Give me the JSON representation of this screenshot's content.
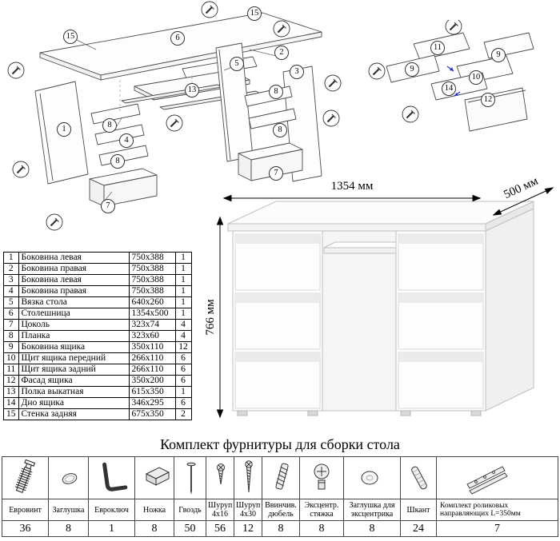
{
  "diagram": {
    "main_callouts": [
      "15",
      "6",
      "15",
      "2",
      "5",
      "3",
      "1",
      "13",
      "8",
      "4",
      "8",
      "7",
      "8",
      "8",
      "7"
    ],
    "detail_callouts": [
      "11",
      "9",
      "9",
      "10",
      "14",
      "12"
    ]
  },
  "dimensions": {
    "width": "1354 мм",
    "depth": "500 мм",
    "height": "766 мм"
  },
  "parts": {
    "rows": [
      {
        "num": "1",
        "name": "Боковина левая",
        "size": "750x388",
        "qty": "1"
      },
      {
        "num": "2",
        "name": "Боковина правая",
        "size": "750x388",
        "qty": "1"
      },
      {
        "num": "3",
        "name": "Боковина левая",
        "size": "750x388",
        "qty": "1"
      },
      {
        "num": "4",
        "name": "Боковина правая",
        "size": "750x388",
        "qty": "1"
      },
      {
        "num": "5",
        "name": "Вязка стола",
        "size": "640x260",
        "qty": "1"
      },
      {
        "num": "6",
        "name": "Столешница",
        "size": "1354x500",
        "qty": "1"
      },
      {
        "num": "7",
        "name": "Цоколь",
        "size": "323x74",
        "qty": "4"
      },
      {
        "num": "8",
        "name": "Планка",
        "size": "323x60",
        "qty": "4"
      },
      {
        "num": "9",
        "name": "Боковина ящика",
        "size": "350x110",
        "qty": "12"
      },
      {
        "num": "10",
        "name": "Щит ящика передний",
        "size": "266x110",
        "qty": "6"
      },
      {
        "num": "11",
        "name": "Щит ящика задний",
        "size": "266x110",
        "qty": "6"
      },
      {
        "num": "12",
        "name": "Фасад ящика",
        "size": "350x200",
        "qty": "6"
      },
      {
        "num": "13",
        "name": "Полка выкатная",
        "size": "615x350",
        "qty": "1"
      },
      {
        "num": "14",
        "name": "Дно ящика",
        "size": "346x295",
        "qty": "6"
      },
      {
        "num": "15",
        "name": "Стенка задняя",
        "size": "675x350",
        "qty": "2"
      }
    ]
  },
  "hardware": {
    "title": "Комплект фурнитуры для сборки стола",
    "items": [
      {
        "name": "Евровинт",
        "qty": "36",
        "icon": "euro-screw-icon"
      },
      {
        "name": "Заглушка",
        "qty": "8",
        "icon": "cap-icon"
      },
      {
        "name": "Евроключ",
        "qty": "1",
        "icon": "hex-key-icon"
      },
      {
        "name": "Ножка",
        "qty": "8",
        "icon": "foot-icon"
      },
      {
        "name": "Гвоздь",
        "qty": "50",
        "icon": "nail-icon"
      },
      {
        "name": "Шуруп 4x16",
        "qty": "56",
        "icon": "screw-small-icon"
      },
      {
        "name": "Шуруп 4x30",
        "qty": "12",
        "icon": "screw-long-icon"
      },
      {
        "name": "Ввинчив. дюбель",
        "qty": "8",
        "icon": "screw-in-dowel-icon"
      },
      {
        "name": "Эксцентр. стяжка",
        "qty": "8",
        "icon": "cam-lock-icon"
      },
      {
        "name": "Заглушка для эксцентрика",
        "qty": "8",
        "icon": "cam-cap-icon"
      },
      {
        "name": "Шкант",
        "qty": "24",
        "icon": "wood-dowel-icon"
      },
      {
        "name": "Комплект роликовых направляющих L=350мм",
        "qty": "7",
        "icon": "drawer-slides-icon"
      }
    ]
  }
}
